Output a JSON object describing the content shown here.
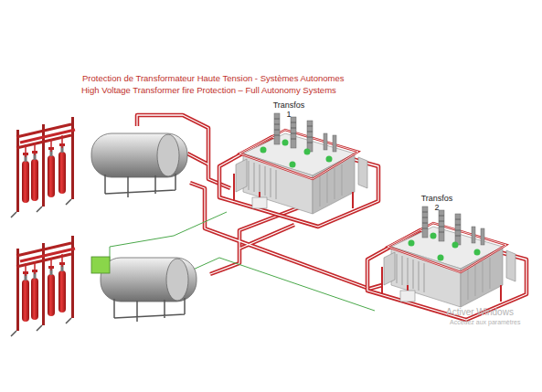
{
  "diagram": {
    "title": "Protection de Transformateur Haute Tension - Systèmes Autonomes",
    "nodes": [
      {
        "text": [
          "Transfos 1"
        ]
      },
      {
        "text": [
          "Transfos 2"
        ]
      }
    ],
    "edges": [],
    "labels": [
      "High Voltage Transformer fire Protection – Full Autonomy Systems",
      "Activer Windows",
      "Accédez aux paramètres"
    ]
  }
}
